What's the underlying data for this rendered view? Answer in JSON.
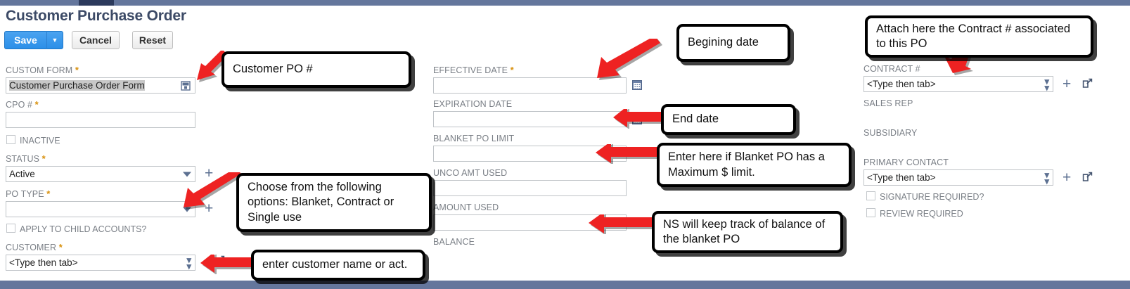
{
  "page": {
    "title": "Customer Purchase Order",
    "accent_blue": "#2b8fe8",
    "chrome_blue": "#64769c",
    "annotation_red": "#ee2222"
  },
  "toolbar": {
    "save_label": "Save",
    "save_dropdown_glyph": "▼",
    "cancel_label": "Cancel",
    "reset_label": "Reset"
  },
  "left_column": {
    "custom_form": {
      "label": "CUSTOM FORM",
      "required": "*",
      "value": "Customer Purchase Order Form",
      "icon": "form-picker-icon"
    },
    "cpo_number": {
      "label": "CPO #",
      "required": "*",
      "value": ""
    },
    "inactive": {
      "label": "INACTIVE",
      "checked": false
    },
    "status": {
      "label": "STATUS",
      "required": "*",
      "value": "Active",
      "add_glyph": "+"
    },
    "po_type": {
      "label": "PO TYPE",
      "required": "*",
      "value": "",
      "add_glyph": "+"
    },
    "apply_to_child_accounts": {
      "label": "APPLY TO CHILD ACCOUNTS?",
      "checked": false
    },
    "customer": {
      "label": "CUSTOMER",
      "required": "*",
      "value": "<Type then tab>"
    }
  },
  "middle_column": {
    "effective_date": {
      "label": "EFFECTIVE DATE",
      "required": "*",
      "value": "",
      "icon": "calendar-icon"
    },
    "expiration_date": {
      "label": "EXPIRATION DATE",
      "required": "",
      "value": "",
      "icon": "calendar-icon"
    },
    "blanket_po_limit": {
      "label": "BLANKET PO LIMIT",
      "required": "",
      "value": ""
    },
    "unco_amt_used": {
      "label": "UNCO AMT USED",
      "required": "",
      "value": ""
    },
    "amount_used": {
      "label": "AMOUNT USED",
      "required": "",
      "value": ""
    },
    "balance": {
      "label": "BALANCE",
      "required": "",
      "value": ""
    }
  },
  "right_column": {
    "contract_number": {
      "label": "CONTRACT #",
      "required": "",
      "value": "<Type then tab>",
      "add_glyph": "+"
    },
    "sales_rep": {
      "label": "SALES REP",
      "value": ""
    },
    "subsidiary": {
      "label": "SUBSIDIARY",
      "value": ""
    },
    "primary_contact": {
      "label": "PRIMARY CONTACT",
      "value": "<Type then tab>",
      "add_glyph": "+"
    },
    "signature_required": {
      "label": "SIGNATURE REQUIRED?",
      "checked": false
    },
    "review_required": {
      "label": "REVIEW REQUIRED",
      "checked": false
    }
  },
  "annotations": [
    {
      "id": "customer-po-number",
      "text": "Customer PO #"
    },
    {
      "id": "po-type-options",
      "text": "Choose from the following options: Blanket, Contract or Single use"
    },
    {
      "id": "customer-name",
      "text": "enter customer name or act."
    },
    {
      "id": "begining-date",
      "text": "Begining date"
    },
    {
      "id": "end-date",
      "text": "End date"
    },
    {
      "id": "blanket-po-limit",
      "text": "Enter here if Blanket PO has a Maximum $ limit."
    },
    {
      "id": "balance-tracking",
      "text": "NS will keep track of balance of the blanket PO"
    },
    {
      "id": "contract-attach",
      "text": "Attach here the Contract # associated to this PO"
    }
  ]
}
